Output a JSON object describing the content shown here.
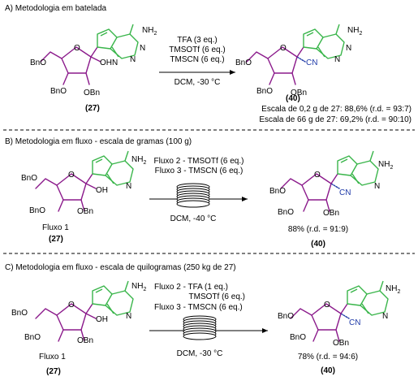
{
  "sections": [
    {
      "title": "A) Metodologia em batelada",
      "reagents": [
        "TFA (3 eq.)",
        "TMSOTf (6 eq.)",
        "TMSCN (6 eq.)"
      ],
      "conditions": "DCM, -30 °C",
      "start_compound": "27",
      "product_compound": "40",
      "results": [
        "Escala de 0,2 g de 27: 88,6% (r.d. = 93:7)",
        "Escala de 66 g de 27: 69,2% (r.d. = 90:10)"
      ]
    },
    {
      "title": "B) Metodologia em fluxo - escala de gramas (100 g)",
      "reagents": [
        "Fluxo 2 - TMSOTf (6 eq.)",
        "Fluxo 3 - TMSCN (6 eq.)"
      ],
      "conditions": "DCM, -40 °C",
      "feed_label": "Fluxo 1",
      "start_compound": "27",
      "product_compound": "40",
      "yield": "88% (r.d. = 91:9)"
    },
    {
      "title": "C) Metodologia em fluxo - escala de quilogramas (250 kg de 27)",
      "reagents": [
        "Fluxo 2 - TFA (1 eq.)",
        "TMSOTf (6 eq.)",
        "Fluxo 3 - TMSCN (6 eq.)"
      ],
      "conditions": "DCM, -30 °C",
      "feed_label": "Fluxo 1",
      "start_compound": "27",
      "product_compound": "40",
      "yield": "78% (r.d. = 94:6)"
    }
  ],
  "atoms": {
    "bno": "BnO",
    "obn": "OBn",
    "o": "O",
    "oh": "OH",
    "cn": "CN",
    "nh2": "NH",
    "nh2_sub": "2",
    "n": "N"
  },
  "colors": {
    "sugar": "#8b1a8b",
    "base": "#39b54a",
    "nitrile": "#1f3aa8",
    "text": "#000000"
  }
}
